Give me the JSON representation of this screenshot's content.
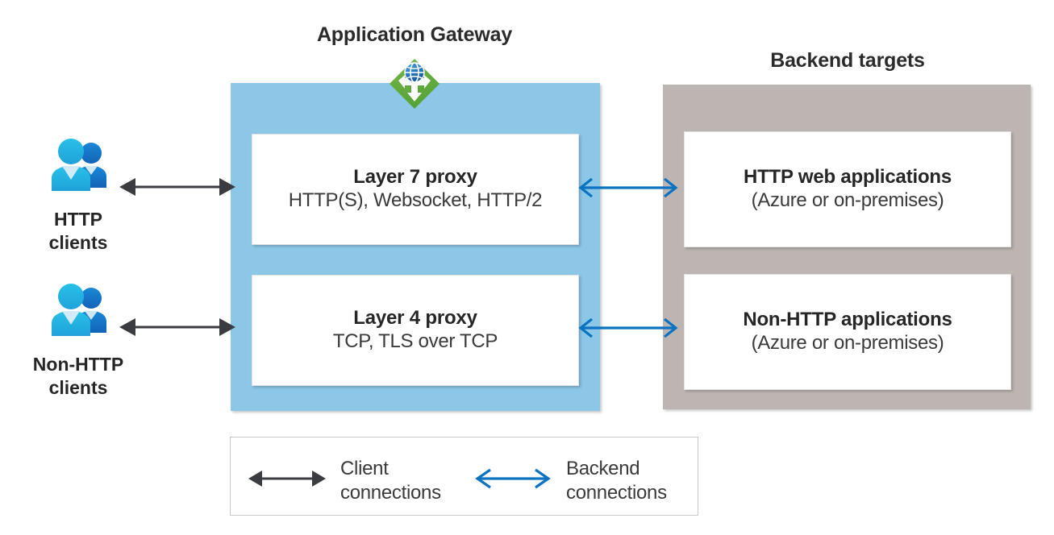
{
  "diagram": {
    "gateway": {
      "title": "Application Gateway",
      "icon": "azure-application-gateway-icon",
      "container_color": "#8CC7E8",
      "cards": [
        {
          "title": "Layer 7 proxy",
          "subtitle": "HTTP(S), Websocket, HTTP/2"
        },
        {
          "title": "Layer 4 proxy",
          "subtitle": "TCP, TLS over TCP"
        }
      ]
    },
    "backend": {
      "title": "Backend targets",
      "container_color": "#BDB5B1",
      "cards": [
        {
          "title": "HTTP web applications",
          "subtitle": "(Azure or on-premises)"
        },
        {
          "title": "Non-HTTP applications",
          "subtitle": "(Azure or on-premises)"
        }
      ]
    },
    "clients": [
      {
        "label_line1": "HTTP",
        "label_line2": "clients",
        "icon": "users-group-icon"
      },
      {
        "label_line1": "Non-HTTP",
        "label_line2": "clients",
        "icon": "users-group-icon"
      }
    ],
    "arrows": {
      "client_connection_color": "#3B3B42",
      "backend_connection_color": "#0C73C2"
    },
    "legend": {
      "items": [
        {
          "line1": "Client",
          "line2": "connections",
          "arrow": "double-arrow-solid-icon",
          "color": "#3B3B42"
        },
        {
          "line1": "Backend",
          "line2": "connections",
          "arrow": "double-arrow-open-icon",
          "color": "#0C73C2"
        }
      ]
    }
  }
}
